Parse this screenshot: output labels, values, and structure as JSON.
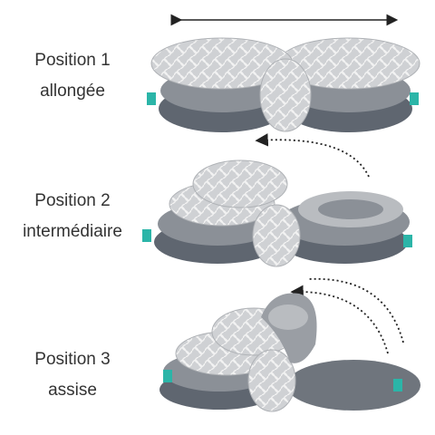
{
  "positions": [
    {
      "title": "Position 1",
      "subtitle": "allongée",
      "mode": "flat",
      "arrow": "double-horizontal-arrow"
    },
    {
      "title": "Position 2",
      "subtitle": "intermédiaire",
      "mode": "half-raised",
      "arrow": "curved-arrow"
    },
    {
      "title": "Position 3",
      "subtitle": "assise",
      "mode": "raised",
      "arrow": "double-curved-arrow"
    }
  ],
  "colors": {
    "text": "#333333",
    "pillow_dark": "#5f6670",
    "pillow_mid": "#8b9097",
    "pillow_light": "#b9bcc0",
    "pattern": "#c7c9cc",
    "tag": "#2bb5a8"
  }
}
